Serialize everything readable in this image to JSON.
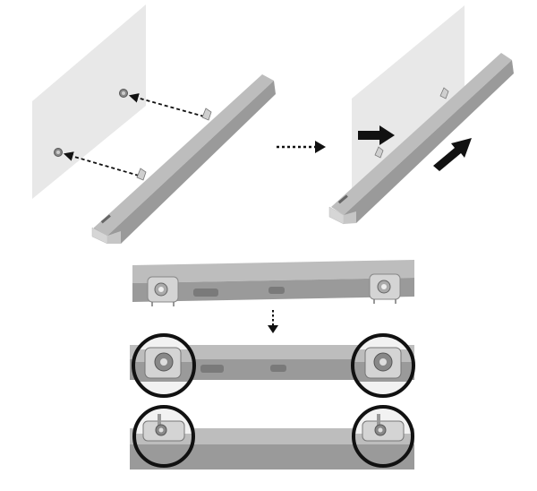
{
  "diagram": {
    "description_hidden": "",
    "colors": {
      "wall": "#e8e8e8",
      "wall_edge": "#d4d4d4",
      "bar_top": "#bdbdbd",
      "bar_front": "#9a9a9a",
      "bar_side": "#d9d9d9",
      "bar_dark": "#7a7a7a",
      "bracket": "#cfcfcf",
      "outline": "#1a1a1a",
      "arrow": "#111111"
    },
    "steps": [
      {
        "id": "step-1-align-screws",
        "icons": [
          "wall-panel",
          "soundbar",
          "screw-icon",
          "dashed-arrow-icon"
        ]
      },
      {
        "id": "step-2-push-and-slide",
        "icons": [
          "wall-panel",
          "soundbar",
          "push-arrow-icon",
          "slide-arrow-icon"
        ]
      },
      {
        "id": "step-3-detail-brackets",
        "icons": [
          "keyhole-bracket-icon",
          "zoom-circle-icon"
        ]
      }
    ]
  }
}
